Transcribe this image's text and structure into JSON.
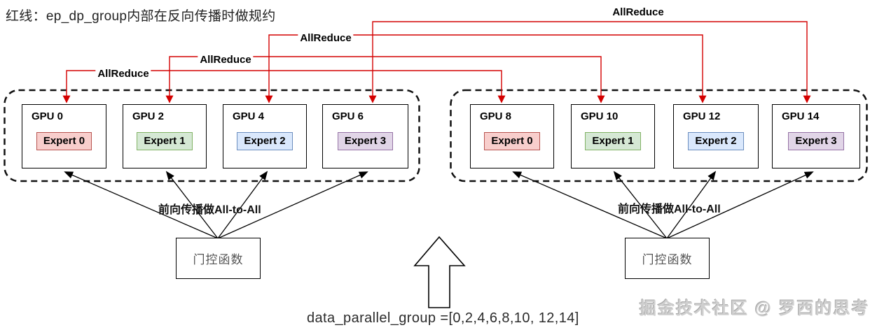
{
  "header": {
    "note": "红线：ep_dp_group内部在反向传播时做规约"
  },
  "allreduce": {
    "connections": [
      {
        "label": "AllReduce",
        "from": "GPU 0",
        "to": "GPU 8"
      },
      {
        "label": "AllReduce",
        "from": "GPU 2",
        "to": "GPU 10"
      },
      {
        "label": "AllReduce",
        "from": "GPU 4",
        "to": "GPU 12"
      },
      {
        "label": "AllReduce",
        "from": "GPU 6",
        "to": "GPU 14"
      }
    ]
  },
  "groups": [
    {
      "side": "left",
      "gpus": [
        {
          "label": "GPU 0",
          "expert": "Expert 0",
          "color": "red"
        },
        {
          "label": "GPU 2",
          "expert": "Expert 1",
          "color": "green"
        },
        {
          "label": "GPU 4",
          "expert": "Expert 2",
          "color": "blue"
        },
        {
          "label": "GPU 6",
          "expert": "Expert 3",
          "color": "purple"
        }
      ]
    },
    {
      "side": "right",
      "gpus": [
        {
          "label": "GPU 8",
          "expert": "Expert 0",
          "color": "red"
        },
        {
          "label": "GPU 10",
          "expert": "Expert 1",
          "color": "green"
        },
        {
          "label": "GPU 12",
          "expert": "Expert 2",
          "color": "blue"
        },
        {
          "label": "GPU 14",
          "expert": "Expert 3",
          "color": "purple"
        }
      ]
    }
  ],
  "expert_colors": {
    "red": {
      "fill": "#f8cecc",
      "stroke": "#b85450"
    },
    "green": {
      "fill": "#d5e8d4",
      "stroke": "#82b366"
    },
    "blue": {
      "fill": "#dae8fc",
      "stroke": "#6c8ebf"
    },
    "purple": {
      "fill": "#e1d5e7",
      "stroke": "#9673a6"
    }
  },
  "forward_pass": {
    "label": "前向传播做All-to-All"
  },
  "gating": {
    "label": "门控函数"
  },
  "bottom": {
    "data_parallel_group": "data_parallel_group =[0,2,4,6,8,10, 12,14]"
  },
  "watermark": {
    "text": "掘金技术社区 @ 罗西的思考"
  },
  "colors": {
    "allreduce_line": "#d40000",
    "fan_line": "#000000"
  }
}
